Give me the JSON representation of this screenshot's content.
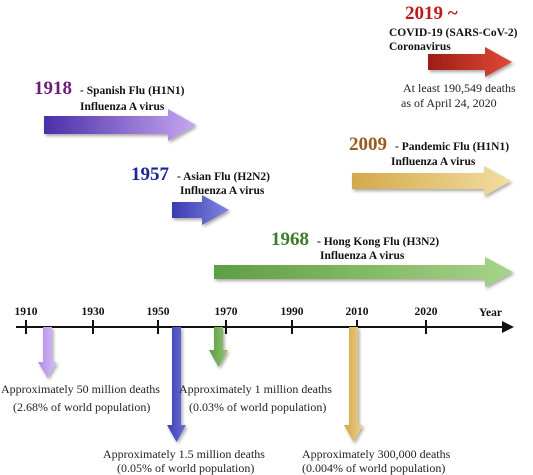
{
  "events": {
    "spanish": {
      "year": "1918",
      "name": "- Spanish Flu (H1N1)",
      "virus": "Influenza A virus",
      "deaths": "Approximately 50 million deaths",
      "share": "(2.68% of world population)"
    },
    "asian": {
      "year": "1957",
      "name": "- Asian Flu (H2N2)",
      "virus": "Influenza A virus",
      "deaths": "Approximately 1.5 million deaths",
      "share": "(0.05% of world population)"
    },
    "hongkong": {
      "year": "1968",
      "name": "- Hong Kong Flu (H3N2)",
      "virus": "Influenza A virus",
      "deaths": "Approximately 1 million deaths",
      "share": "(0.03% of world population)"
    },
    "pandemic2009": {
      "year": "2009",
      "name": "- Pandemic Flu (H1N1)",
      "virus": "Influenza A virus",
      "deaths": "Approximately 300,000 deaths",
      "share": "(0.004% of world population)"
    },
    "covid": {
      "year": "2019 ~",
      "name": "COVID-19 (SARS-CoV-2)",
      "virus": "Coronavirus",
      "deaths": "At least 190,549 deaths",
      "share": "as of April 24, 2020"
    }
  },
  "axis": {
    "label": "Year",
    "ticks": [
      "1910",
      "1930",
      "1950",
      "1970",
      "1990",
      "2010",
      "2020"
    ]
  },
  "colors": {
    "spanish": "#7b57c8",
    "asian": "#4e4ec0",
    "hongkong": "#6aa24a",
    "pandemic2009": "#d8b256",
    "covid": "#b52a1e",
    "spanish_year": "#6a1e7a",
    "asian_year": "#1a2596",
    "hongkong_year": "#3d7a2a",
    "pandemic2009_year": "#9a5a1e",
    "covid_year": "#c01818"
  }
}
